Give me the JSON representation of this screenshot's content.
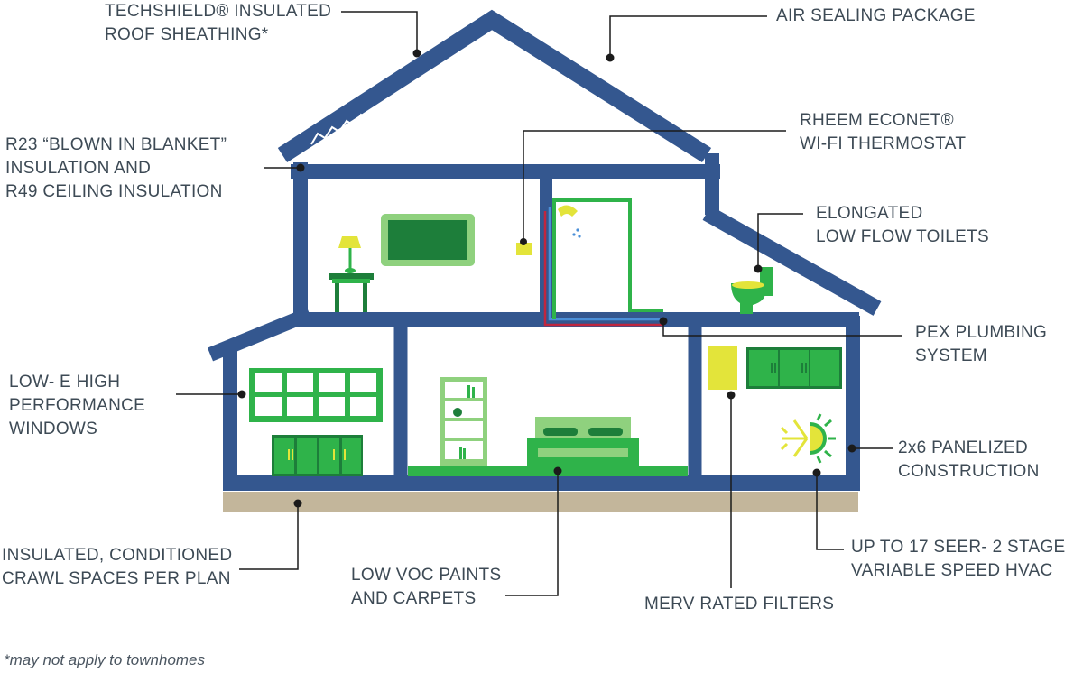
{
  "colors": {
    "wall": "#34578f",
    "ground": "#c3b69b",
    "green": "#2fb34a",
    "light_green": "#8fd17e",
    "dark_green": "#1d7e3a",
    "yellow": "#e3e43a",
    "leader": "#1b1b1b",
    "text": "#3d4a55"
  },
  "labels": {
    "roof_sheathing": [
      "TECHSHIELD® INSULATED",
      "ROOF SHEATHING*"
    ],
    "air_sealing": [
      "AIR SEALING PACKAGE"
    ],
    "insulation": [
      "R23 “BLOWN IN BLANKET”",
      "INSULATION AND",
      "R49 CEILING INSULATION"
    ],
    "thermostat": [
      "RHEEM ECONET®",
      "WI-FI THERMOSTAT"
    ],
    "toilets": [
      "ELONGATED",
      "LOW FLOW TOILETS"
    ],
    "pex": [
      "PEX PLUMBING",
      "SYSTEM"
    ],
    "windows": [
      "LOW- E HIGH",
      "PERFORMANCE",
      "WINDOWS"
    ],
    "panelized": [
      "2x6 PANELIZED",
      "CONSTRUCTION"
    ],
    "crawl": [
      "INSULATED, CONDITIONED",
      "CRAWL SPACES PER PLAN"
    ],
    "voc": [
      "LOW VOC PAINTS",
      "AND CARPETS"
    ],
    "merv": [
      "MERV RATED FILTERS"
    ],
    "hvac": [
      "UP TO 17 SEER- 2 STAGE",
      "VARIABLE SPEED HVAC"
    ]
  },
  "footnote": "*may not apply to townhomes",
  "icons": [
    "roof-insulation-zigzag-icon",
    "table-lamp-icon",
    "tv-icon",
    "thermostat-icon",
    "shower-icon",
    "toilet-icon",
    "window-icon",
    "cabinet-icon",
    "bookshelf-icon",
    "bed-icon",
    "filter-icon",
    "wall-cabinet-icon",
    "hvac-sun-snow-icon"
  ]
}
